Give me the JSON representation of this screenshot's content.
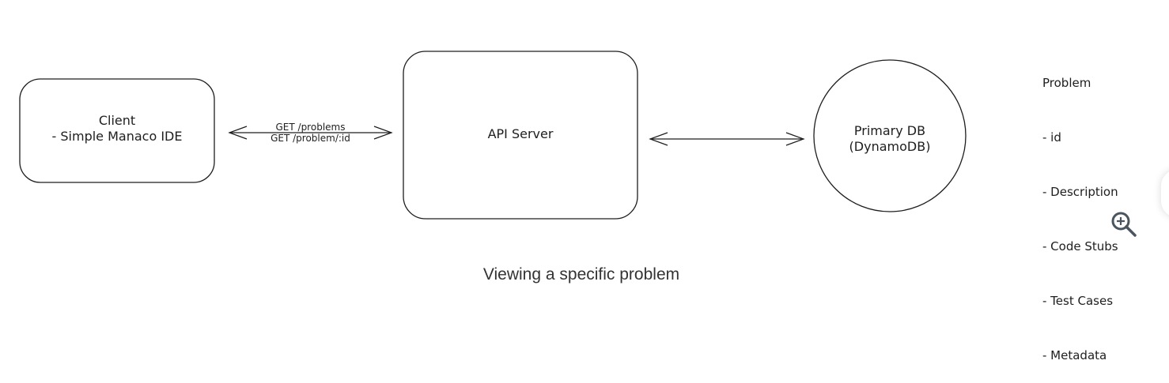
{
  "nodes": {
    "client": {
      "title": "Client",
      "subtitle": "- Simple Manaco IDE"
    },
    "api_server": {
      "title": "API Server"
    },
    "primary_db": {
      "title": "Primary DB",
      "subtitle": "(DynamoDB)"
    }
  },
  "edges": {
    "client_api": {
      "line1": "GET /problems",
      "line2": "GET /problem/:id"
    }
  },
  "notes": {
    "title": "Problem",
    "items": [
      "- id",
      "- Description",
      "- Code Stubs",
      "- Test Cases",
      "- Metadata"
    ]
  },
  "caption": "Viewing a specific problem",
  "colors": {
    "stroke": "#1e1e1e",
    "icon": "#4a5560"
  }
}
